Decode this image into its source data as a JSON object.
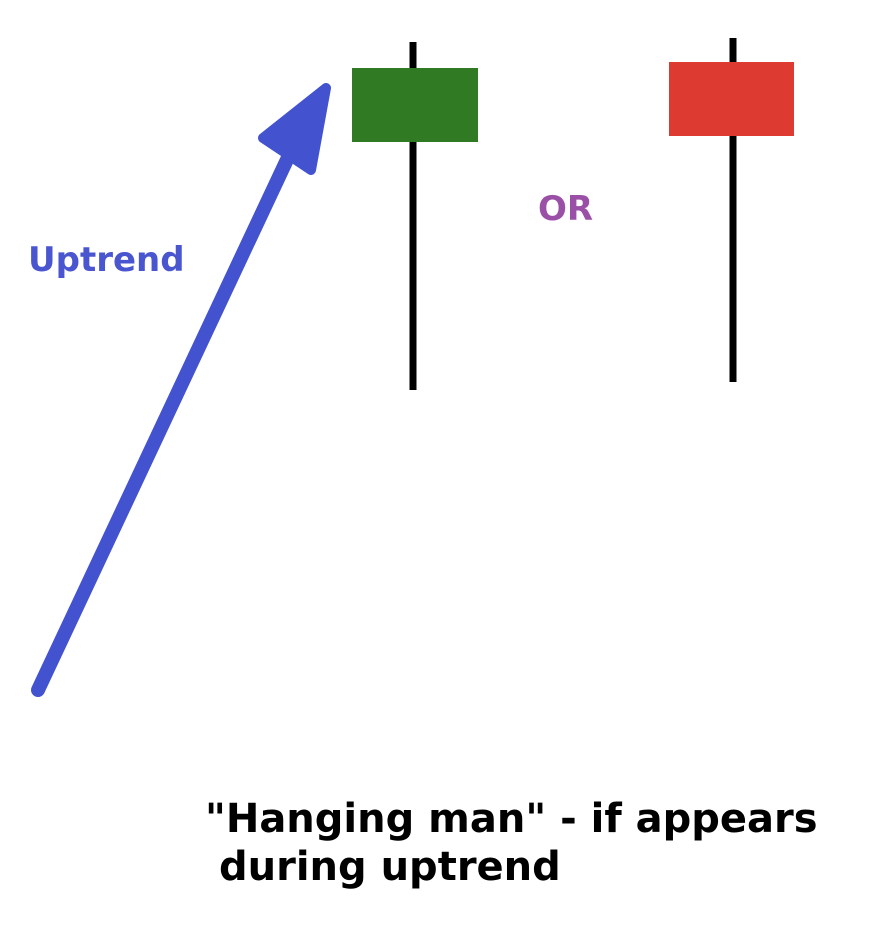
{
  "labels": {
    "trend": "Uptrend",
    "separator": "OR"
  },
  "caption": {
    "line1": "\"Hanging man\" - if appears",
    "line2": "during uptrend"
  },
  "colors": {
    "arrow": "#4353cf",
    "trend_text": "#4a56d0",
    "or_text": "#9b50a8",
    "bullish_body": "#2f7a23",
    "bearish_body": "#dd3a32",
    "wick": "#000000"
  },
  "candles": [
    {
      "name": "bullish-hanging-man",
      "direction": "up"
    },
    {
      "name": "bearish-hanging-man",
      "direction": "down"
    }
  ],
  "icons": {
    "arrow": "uptrend-arrow-icon"
  }
}
